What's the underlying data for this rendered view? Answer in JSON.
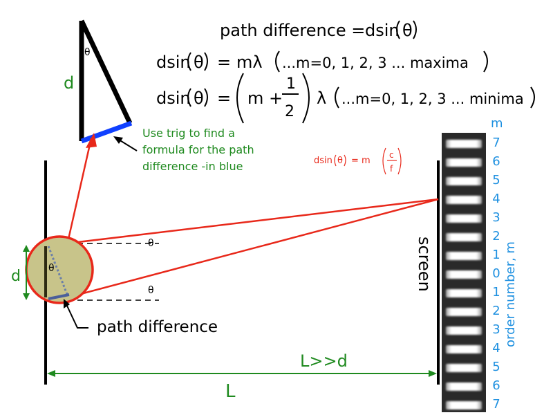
{
  "equations": {
    "line1": {
      "left": "path difference = ",
      "func": "dsin",
      "arg": "θ"
    },
    "line2": {
      "func": "dsin",
      "arg": "θ",
      "eq": "=",
      "rhs": "mλ",
      "note": "...m=0, 1, 2, 3 ... maxima"
    },
    "line3": {
      "func": "dsin",
      "arg": "θ",
      "eq": "=",
      "m_plus": "m +",
      "num": "1",
      "den": "2",
      "lambda": "λ",
      "note": "...m=0, 1, 2, 3 ... minima"
    },
    "red_eq": {
      "func": "dsin",
      "arg": "θ",
      "eq": "= m",
      "num": "c",
      "den": "f"
    }
  },
  "labels": {
    "triangle_d": "d",
    "triangle_theta": "θ",
    "trig_note_1": "Use trig to find a",
    "trig_note_2": "formula for the path",
    "trig_note_3": "difference -in blue",
    "slit_d": "d",
    "zoom_theta": "θ",
    "upper_theta": "θ",
    "lower_theta": "θ",
    "path_difference": "path difference",
    "screen": "screen",
    "L_condition": "L>>d",
    "L": "L",
    "m_header": "m",
    "order_axis": "order number, m"
  },
  "orders": [
    "7",
    "6",
    "5",
    "4",
    "3",
    "2",
    "1",
    "0",
    "1",
    "2",
    "3",
    "4",
    "5",
    "6",
    "7"
  ],
  "colors": {
    "red": "#e8281a",
    "green": "#1f8a1f",
    "blue": "#1e90e0",
    "zoom_fill": "#c8c48a",
    "path_blue": "#1040ff"
  }
}
